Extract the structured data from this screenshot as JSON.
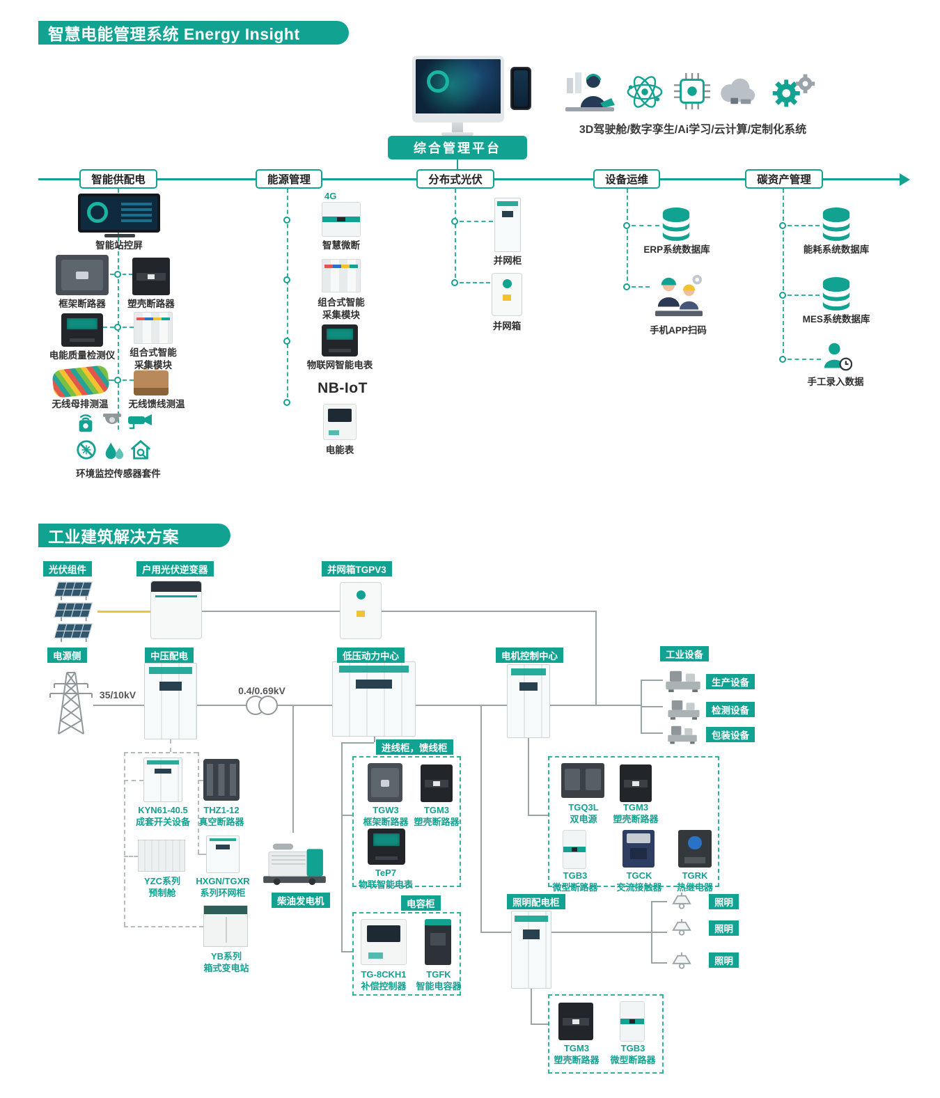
{
  "sections": {
    "energy_title": "智慧电能管理系统 Energy Insight",
    "industry_title": "工业建筑解决方案"
  },
  "platform": {
    "label": "综合管理平台",
    "caption": "3D驾驶舱/数字孪生/Ai学习/云计算/定制化系统"
  },
  "branches": {
    "b1": "智能供配电",
    "b2": "能源管理",
    "b3": "分布式光伏",
    "b4": "设备运维",
    "b5": "碳资产管理"
  },
  "smart_power": {
    "station_screen": "智能站控屏",
    "acb": "框架断路器",
    "mccb": "塑壳断路器",
    "power_quality": "电能质量检测仪",
    "acq_module": "组合式智能\n采集模块",
    "busbar_temp": "无线母排测温",
    "feeder_temp": "无线馈线测温",
    "env_kit": "环境监控传感器套件"
  },
  "energy_mgmt": {
    "badge_4g": "4G",
    "smart_breaker": "智慧微断",
    "acq_module": "组合式智能\n采集模块",
    "iot_meter": "物联网智能电表",
    "nbiot": "NB-IoT",
    "meter": "电能表"
  },
  "pv": {
    "grid_cabinet": "并网柜",
    "grid_box": "并网箱"
  },
  "ops": {
    "erp_db": "ERP系统数据库",
    "app_scan": "手机APP扫码"
  },
  "carbon": {
    "energy_db": "能耗系统数据库",
    "mes_db": "MES系统数据库",
    "manual_entry": "手工录入数据"
  },
  "industry": {
    "pv_module": "光伏组件",
    "inverter": "户用光伏逆变器",
    "grid_box": "并网箱TGPV3",
    "power_side": "电源侧",
    "mv_dist": "中压配电",
    "lv_center": "低压动力中心",
    "mcc": "电机控制中心",
    "industrial_equip": "工业设备",
    "kv_35": "35/10kV",
    "kv_04": "0.4/0.69kV",
    "production": "生产设备",
    "testing": "检测设备",
    "packaging": "包装设备",
    "kyn": "KYN61-40.5\n成套开关设备",
    "thz": "THZ1-12\n真空断路器",
    "yzc": "YZC系列\n预制舱",
    "hxgn": "HXGN/TGXR\n系列环网柜",
    "yb": "YB系列\n箱式变电站",
    "diesel": "柴油发电机",
    "incoming": "进线柜，馈线柜",
    "tgw3": "TGW3\n框架断路器",
    "tgm3_feed": "TGM3\n塑壳断路器",
    "tep7": "TeP7\n物联智能电表",
    "cap_cab": "电容柜",
    "tg8ckh1": "TG-8CKH1\n补偿控制器",
    "tgfk": "TGFK\n智能电容器",
    "tgq3l": "TGQ3L\n双电源",
    "tgm3_mcc": "TGM3\n塑壳断路器",
    "tgb3_mcc": "TGB3\n微型断路器",
    "tgck": "TGCK\n交流接触器",
    "tgrk": "TGRK\n热继电器",
    "lighting_cab": "照明配电柜",
    "lighting1": "照明",
    "lighting2": "照明",
    "lighting3": "照明",
    "tgm3_l": "TGM3\n塑壳断路器",
    "tgb3_l": "TGB3\n微型断路器"
  },
  "colors": {
    "teal": "#12a291",
    "line_gray": "#9aa3a6",
    "pv_yellow": "#f2c230",
    "ink": "#2f2f2f"
  }
}
